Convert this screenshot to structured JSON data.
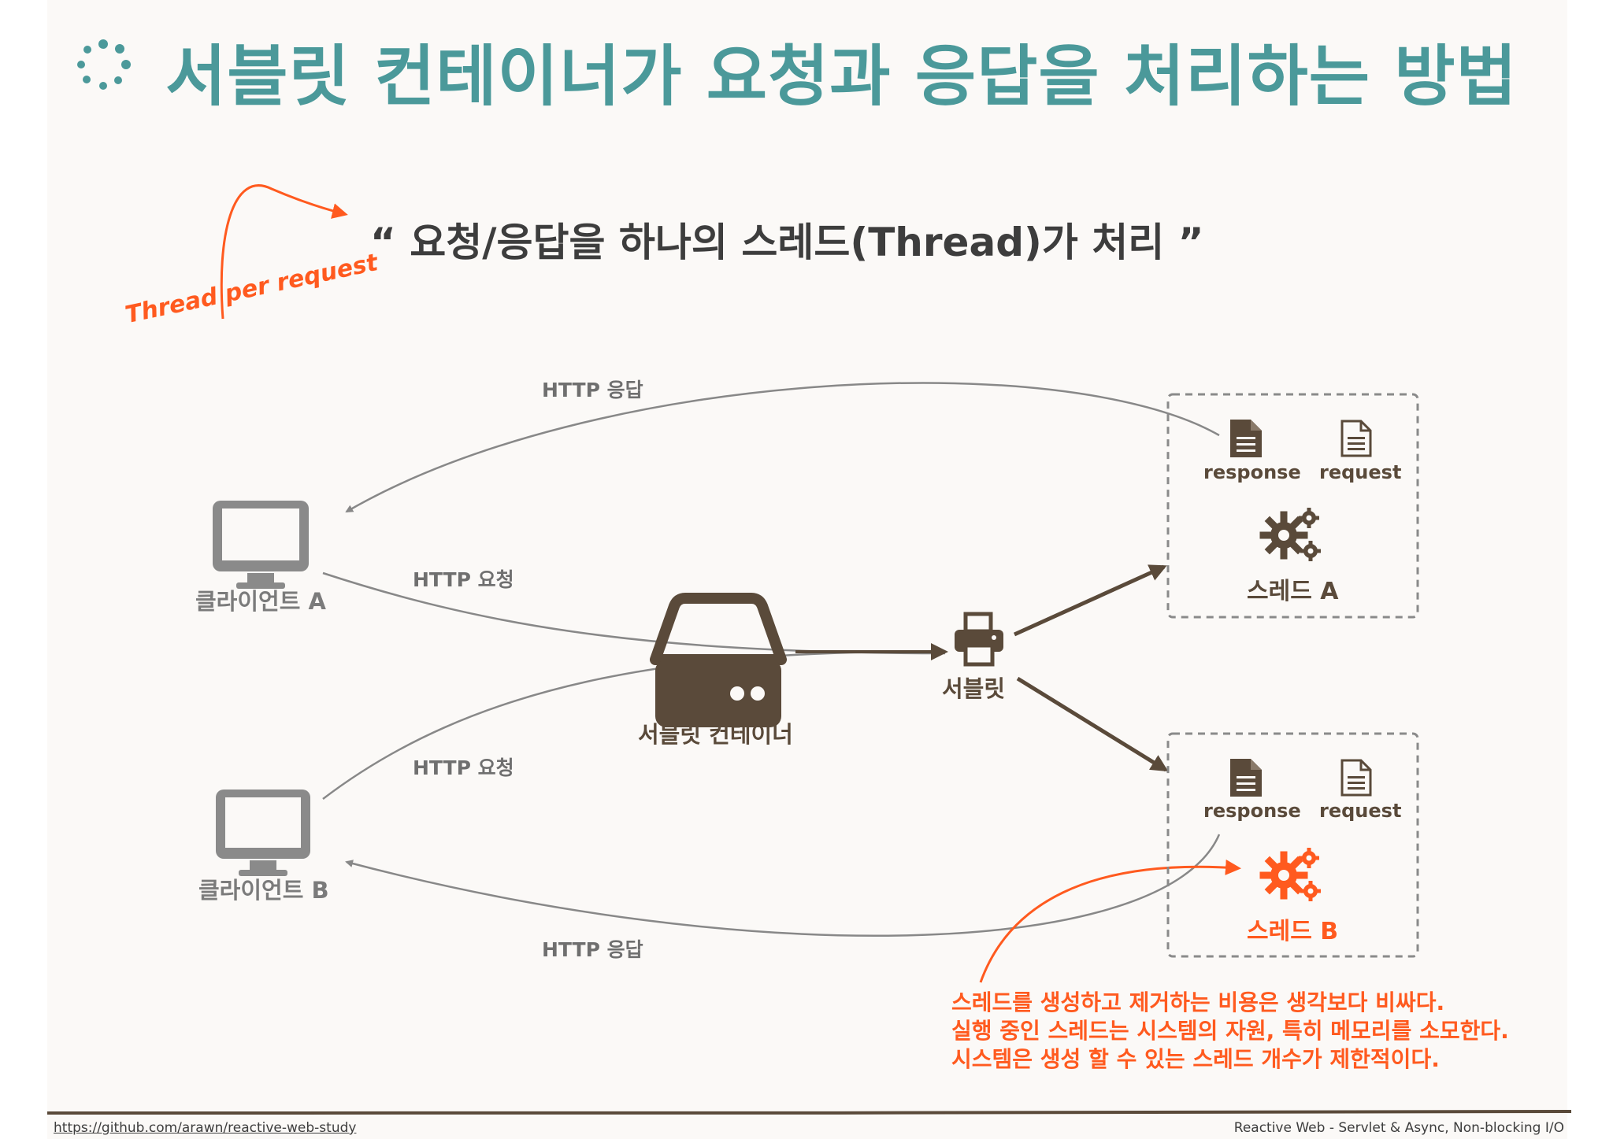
{
  "title": "서블릿 컨테이너가 요청과 응답을 처리하는 방법",
  "quote": "“ 요청/응답을 하나의 스레드(Thread)가 처리 ”",
  "thread_per_request": "Thread per request",
  "labels": {
    "http_response": "HTTP 응답",
    "http_request": "HTTP 요청",
    "client_a": "클라이언트 A",
    "client_b": "클라이언트 B",
    "servlet_container": "서블릿 컨테이너",
    "servlet": "서블릿",
    "response": "response",
    "request": "request",
    "thread_a": "스레드 A",
    "thread_b": "스레드 B"
  },
  "note_lines": [
    "스레드를 생성하고 제거하는 비용은 생각보다 비싸다.",
    "실행 중인 스레드는 시스템의 자원, 특히 메모리를 소모한다.",
    "시스템은 생성 할 수 있는 스레드 개수가 제한적이다."
  ],
  "footer": {
    "url": "https://github.com/arawn/reactive-web-study",
    "caption": "Reactive Web - Servlet & Async, Non-blocking I/O"
  },
  "colors": {
    "title": "#4b999a",
    "accent": "#ff5a1f",
    "dark": "#5a4a3a",
    "gray": "#888888"
  },
  "icons": [
    "dots-spinner-icon",
    "monitor-icon",
    "server-drive-icon",
    "printer-icon",
    "document-filled-icon",
    "document-outline-icon",
    "gears-icon"
  ]
}
